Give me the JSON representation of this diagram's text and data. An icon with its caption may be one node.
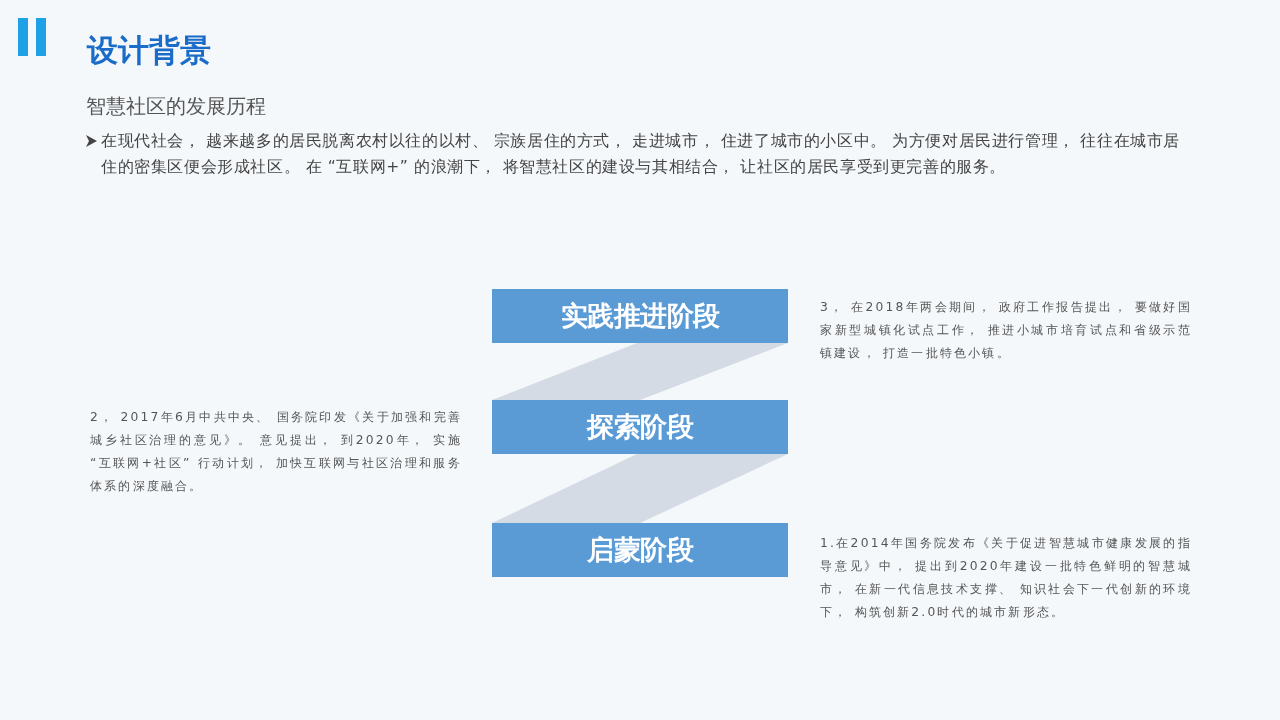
{
  "diagram": {
    "title": "设计背景",
    "nodes": [
      {
        "text": [
          "实践推进阶段"
        ],
        "beside": [
          "3， 在2018年两会期间， 政府工作报告提出， 要做好国家新型城镇化试点工作， 推进小城市培育试点和省级示范镇建设， 打造一批特色小镇。"
        ]
      },
      {
        "text": [
          "探索阶段"
        ],
        "beside": [
          "2， 2017年6月中共中央、 国务院印发《关于加强和完善城乡社区治理的意见》。 意见提出， 到2020年， 实施 “互联网+社区” 行动计划， 加快互联网与社区治理和服务体系的深度融合。"
        ]
      },
      {
        "text": [
          "启蒙阶段"
        ],
        "beside": [
          "1.在2014年国务院发布《关于促进智慧城市健康发展的指导意见》中， 提出到2020年建设一批特色鲜明的智慧城市， 在新一代信息技术支撑、 知识社会下一代创新的环境下， 构筑创新2.0时代的城市新形态。"
        ]
      }
    ],
    "edges": [
      {
        "from": 1,
        "to": 0,
        "arrow": "none"
      },
      {
        "from": 2,
        "to": 1,
        "arrow": "none"
      }
    ],
    "labels": [
      "智慧社区的发展历程",
      "在现代社会， 越来越多的居民脱离农村以往的以村、 宗族居住的方式， 走进城市， 住进了城市的小区中。 为方便对居民进行管理， 往往在城市居住的密集区便会形成社区。 在 “互联网+” 的浪潮下， 将智慧社区的建设与其相结合， 让社区的居民享受到更完善的服务。"
    ]
  }
}
